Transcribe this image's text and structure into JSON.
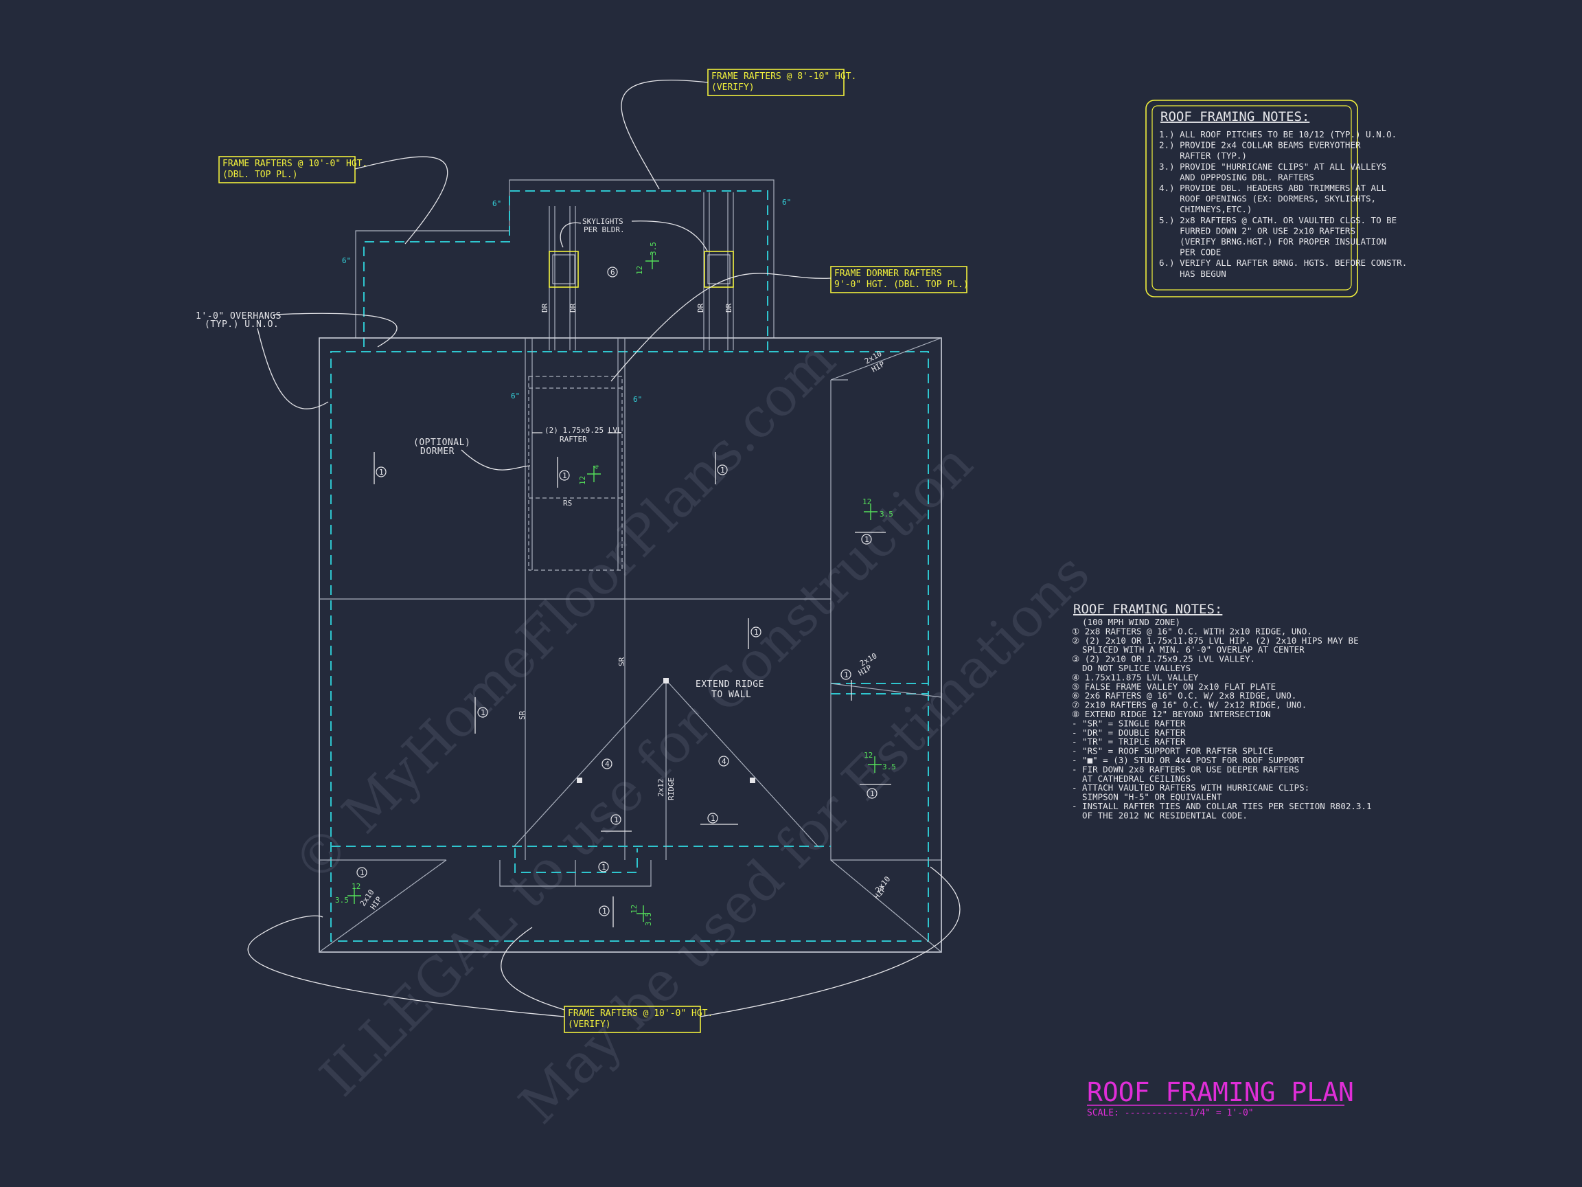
{
  "drawing": {
    "title": "ROOF FRAMING PLAN",
    "scale": "SCALE: ------------1/4\" = 1'-0\""
  },
  "watermark": {
    "line1": "© MyHomeFloorPlans.com",
    "line2": "ILLEGAL to use for Construction",
    "line3": "May be used for Estimations"
  },
  "callouts": {
    "frame_rafters_top": [
      "FRAME RAFTERS @ 8'-10\" HGT.",
      "(VERIFY)"
    ],
    "frame_rafters_left": [
      "FRAME RAFTERS @ 10'-0\" HGT.",
      "(DBL. TOP PL.)"
    ],
    "frame_dormer": [
      "FRAME DORMER RAFTERS",
      "9'-0\" HGT. (DBL. TOP PL.)"
    ],
    "frame_rafters_bottom": [
      "FRAME RAFTERS @ 10'-0\" HGT.",
      "(VERIFY)"
    ]
  },
  "labels": {
    "overhangs": [
      "1'-0\" OVERHANGS",
      "(TYP.) U.N.O."
    ],
    "skylights": [
      "SKYLIGHTS",
      "PER BLDR."
    ],
    "optional_dormer": [
      "(OPTIONAL)",
      "DORMER"
    ],
    "lvl_rafter": [
      "(2) 1.75x9.25 LVL",
      "RAFTER"
    ],
    "extend_ridge": [
      "EXTEND RIDGE",
      "TO WALL"
    ],
    "rs": "RS",
    "sr": "SR",
    "dr": "DR",
    "ridge": [
      "2x12",
      "RIDGE"
    ],
    "hip": [
      "2x10",
      "HIP"
    ],
    "six_in": "6\"",
    "pitch_12": "12",
    "pitch_35": "3.5",
    "pitch_4": "4",
    "marks": {
      "one": "1",
      "four": "4",
      "six": "6"
    }
  },
  "notes_box": {
    "title": "ROOF FRAMING NOTES:",
    "lines": [
      "1.) ALL ROOF PITCHES TO BE 10/12 (TYP.) U.N.O.",
      "2.) PROVIDE 2x4 COLLAR BEAMS EVERYOTHER",
      "    RAFTER (TYP.)",
      "3.) PROVIDE \"HURRICANE CLIPS\" AT ALL VALLEYS",
      "    AND OPPPOSING DBL. RAFTERS",
      "4.) PROVIDE DBL. HEADERS ABD TRIMMERS AT ALL",
      "    ROOF OPENINGS (EX: DORMERS, SKYLIGHTS,",
      "    CHIMNEYS,ETC.)",
      "5.) 2x8 RAFTERS @ CATH. OR VAULTED CLGS. TO BE",
      "    FURRED DOWN 2\" OR USE 2x10 RAFTERS",
      "    (VERIFY BRNG.HGT.) FOR PROPER INSULATION",
      "    PER CODE",
      "6.) VERIFY ALL RAFTER BRNG. HGTS. BEFORE CONSTR.",
      "    HAS BEGUN"
    ]
  },
  "notes_list": {
    "title": "ROOF FRAMING NOTES:",
    "lines": [
      "  (100 MPH WIND ZONE)",
      "① 2x8 RAFTERS @ 16\" O.C. WITH 2x10 RIDGE, UNO.",
      "② (2) 2x10 OR 1.75x11.875 LVL HIP. (2) 2x10 HIPS MAY BE",
      "  SPLICED WITH A MIN. 6'-0\" OVERLAP AT CENTER",
      "③ (2) 2x10 OR 1.75x9.25 LVL VALLEY.",
      "  DO NOT SPLICE VALLEYS",
      "④ 1.75x11.875 LVL VALLEY",
      "⑤ FALSE FRAME VALLEY ON 2x10 FLAT PLATE",
      "⑥ 2x6 RAFTERS @ 16\" O.C. W/ 2x8 RIDGE, UNO.",
      "⑦ 2x10 RAFTERS @ 16\" O.C. W/ 2x12 RIDGE, UNO.",
      "⑧ EXTEND RIDGE 12\" BEYOND INTERSECTION",
      "- \"SR\" = SINGLE RAFTER",
      "- \"DR\" = DOUBLE RAFTER",
      "- \"TR\" = TRIPLE RAFTER",
      "- \"RS\" = ROOF SUPPORT FOR RAFTER SPLICE",
      "- \"■\" = (3) STUD OR 4x4 POST FOR ROOF SUPPORT",
      "- FIR DOWN 2x8 RAFTERS OR USE DEEPER RAFTERS",
      "  AT CATHEDRAL CEILINGS",
      "- ATTACH VAULTED RAFTERS WITH HURRICANE CLIPS:",
      "  SIMPSON \"H-5\" OR EQUIVALENT",
      "- INSTALL RAFTER TIES AND COLLAR TIES PER SECTION R802.3.1",
      "  OF THE 2012 NC RESIDENTIAL CODE."
    ]
  },
  "colors": {
    "background": "#242a3b",
    "wall": "#cfd3dc",
    "overhang_dash": "#2fc6cf",
    "callout": "#f1f03c",
    "pitch": "#55e05a",
    "title": "#e02ed8"
  }
}
